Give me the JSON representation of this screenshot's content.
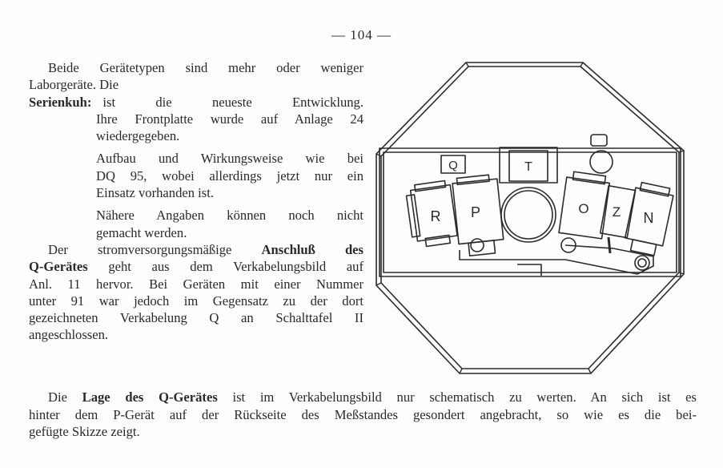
{
  "page_number": "— 104 —",
  "left_column": {
    "p1_line1": "Beide Gerätetypen sind mehr oder weniger",
    "p1_line2": "Laborgeräte. Die",
    "serienkuh_label": "Serienkuh:",
    "serienkuh_line1": "ist die neueste Entwicklung.",
    "serienkuh_line2": "Ihre Frontplatte wurde auf Anlage 24",
    "serienkuh_line3": "wiedergegeben.",
    "aufbau_line1": "Aufbau und Wirkungsweise wie bei",
    "aufbau_line2": "DQ 95, wobei allerdings jetzt nur ein",
    "aufbau_line3": "Einsatz vorhanden ist.",
    "naehere_line1": "Nähere Angaben können noch nicht",
    "naehere_line2": "gemacht werden.",
    "anschluss_line1_a": "Der stromversorgungsmäßige ",
    "anschluss_bold1": "Anschluß des",
    "anschluss_bold2": "Q-Gerätes",
    "anschluss_line2_b": " geht aus dem Verkabelungsbild auf",
    "anschluss_line3": "Anl. 11 hervor. Bei Geräten mit einer Nummer",
    "anschluss_line4": "unter 91 war jedoch im Gegensatz zu der dort",
    "anschluss_line5": "gezeichneten Verkabelung Q an Schalttafel II",
    "anschluss_line6": "angeschlossen."
  },
  "bottom_paragraph": {
    "line1_a": "Die ",
    "line1_bold": "Lage des Q-Gerätes",
    "line1_b": " ist im Verkabelungsbild nur schematisch zu werten. An sich ist es",
    "line2": "hinter dem P-Gerät auf der Rückseite des Meßstandes gesondert angebracht, so wie es die bei-",
    "line3": "gefügte Skizze zeigt."
  },
  "sketch": {
    "label_q": "Q",
    "label_t": "T",
    "label_r": "R",
    "label_p": "P",
    "label_o": "O",
    "label_z": "Z",
    "label_n": "N"
  }
}
